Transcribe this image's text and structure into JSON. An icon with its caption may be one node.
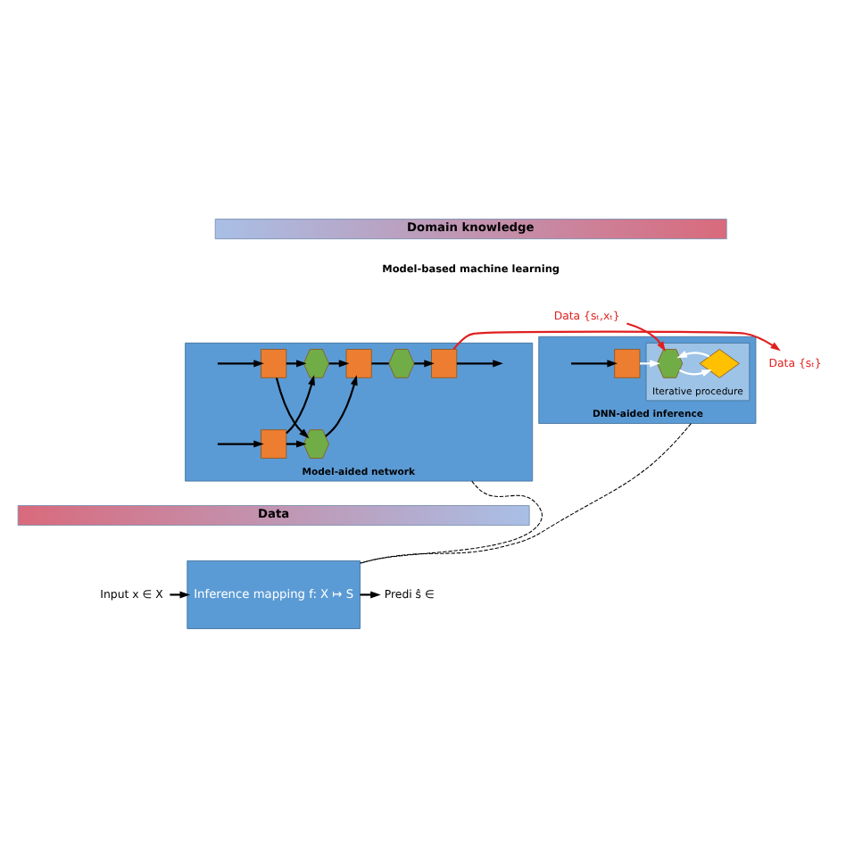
{
  "diagram": {
    "nodes": [
      {
        "text": [
          "Domain knowledge"
        ]
      },
      {
        "text": [
          "Model-aided network"
        ]
      },
      {
        "text": [],
        "shape": "box",
        "in": 1
      },
      {
        "text": [],
        "shape": "box",
        "in": 1
      },
      {
        "text": [],
        "shape": "hexagon",
        "in": 1
      },
      {
        "text": [],
        "shape": "hexagon",
        "in": 1
      },
      {
        "text": [],
        "shape": "box",
        "in": 1
      },
      {
        "text": [],
        "shape": "hexagon",
        "in": 1
      },
      {
        "text": [],
        "shape": "box",
        "in": 1
      },
      {
        "text": [
          "Data {sₜ}"
        ]
      },
      {
        "text": [
          "DNN-aided inference"
        ]
      },
      {
        "text": [],
        "shape": "box",
        "in": 10
      },
      {
        "text": [
          "Iterative procedure"
        ],
        "in": 10
      },
      {
        "text": [],
        "shape": "hexagon",
        "in": 12
      },
      {
        "text": [],
        "shape": "diamond",
        "in": 12
      },
      {
        "text": [
          "Data {sₜ,xₜ}"
        ]
      },
      {
        "text": [
          "Data"
        ]
      },
      {
        "text": [
          "Input x ∈ X"
        ]
      },
      {
        "text": [
          "Inference mapping f: X ↦ S"
        ]
      },
      {
        "text": [
          "Predi ŝ ∈"
        ]
      }
    ],
    "edges": [
      {
        "from": null,
        "to": 2,
        "arrow": "to"
      },
      {
        "from": null,
        "to": 3,
        "arrow": "to"
      },
      {
        "from": 2,
        "to": 4,
        "arrow": "to"
      },
      {
        "from": 2,
        "to": 5,
        "arrow": "to"
      },
      {
        "from": 3,
        "to": 4,
        "arrow": "to"
      },
      {
        "from": 3,
        "to": 5,
        "arrow": "to"
      },
      {
        "from": 4,
        "to": 6,
        "arrow": "to"
      },
      {
        "from": 5,
        "to": 6,
        "arrow": "to"
      },
      {
        "from": 6,
        "to": 7,
        "arrow": "none"
      },
      {
        "from": 7,
        "to": 8,
        "arrow": "to"
      },
      {
        "from": 8,
        "to": 9,
        "arrow": "to",
        "color": "#e02020"
      },
      {
        "from": 8,
        "to": null,
        "arrow": "to"
      },
      {
        "from": null,
        "to": 11,
        "arrow": "to"
      },
      {
        "from": 15,
        "to": 13,
        "arrow": "to",
        "color": "#e02020"
      },
      {
        "from": 11,
        "to": 13,
        "arrow": "to",
        "color": "#ffffff"
      },
      {
        "from": 13,
        "to": 14,
        "arrow": "to",
        "color": "#ffffff"
      },
      {
        "from": 14,
        "to": 13,
        "arrow": "to",
        "color": "#ffffff"
      },
      {
        "from": 1,
        "to": 18,
        "arrow": "none",
        "style": "dashed"
      },
      {
        "from": 10,
        "to": 18,
        "arrow": "none",
        "style": "dashed"
      },
      {
        "from": 17,
        "to": 18,
        "arrow": "to"
      },
      {
        "from": 18,
        "to": 19,
        "arrow": "to"
      }
    ],
    "labels": [
      "Model-based machine learning"
    ]
  }
}
